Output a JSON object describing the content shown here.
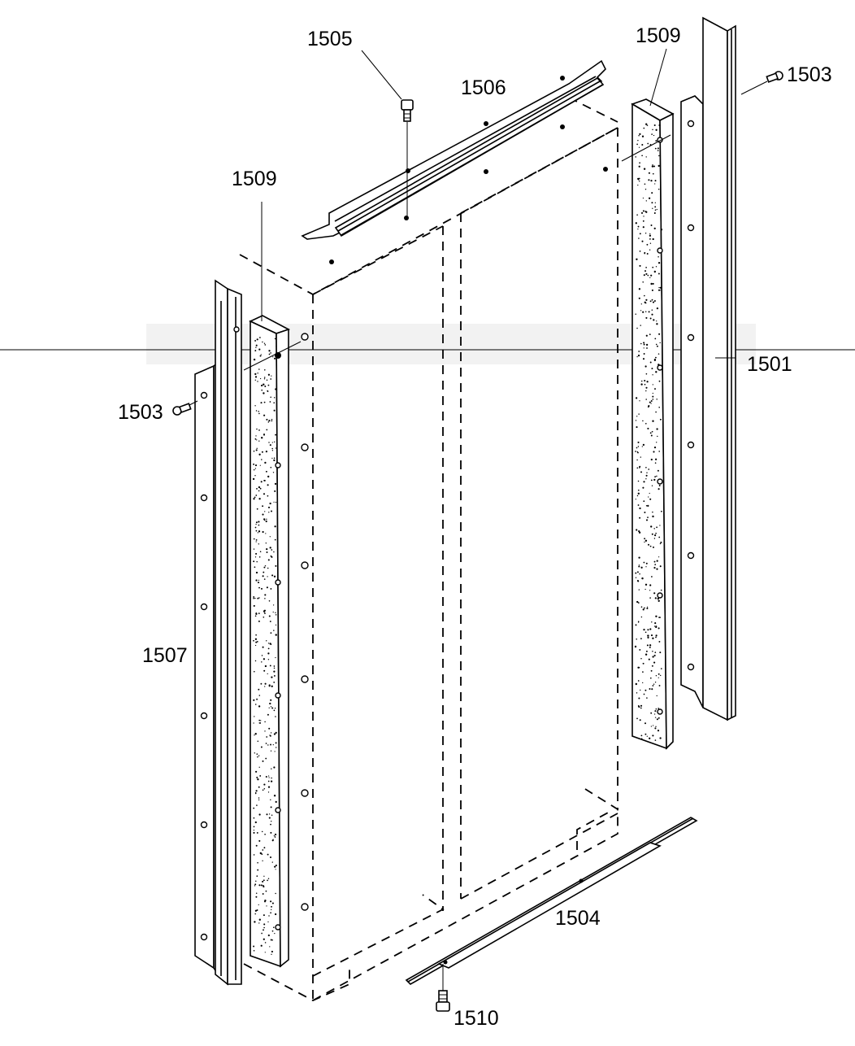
{
  "diagram": {
    "callouts": [
      {
        "id": "1505",
        "label": "1505"
      },
      {
        "id": "1506",
        "label": "1506"
      },
      {
        "id": "1509-right",
        "label": "1509"
      },
      {
        "id": "1503-right",
        "label": "1503"
      },
      {
        "id": "1509-left",
        "label": "1509"
      },
      {
        "id": "1501",
        "label": "1501"
      },
      {
        "id": "1503-left",
        "label": "1503"
      },
      {
        "id": "1507",
        "label": "1507"
      },
      {
        "id": "1504",
        "label": "1504"
      },
      {
        "id": "1510",
        "label": "1510"
      }
    ]
  }
}
